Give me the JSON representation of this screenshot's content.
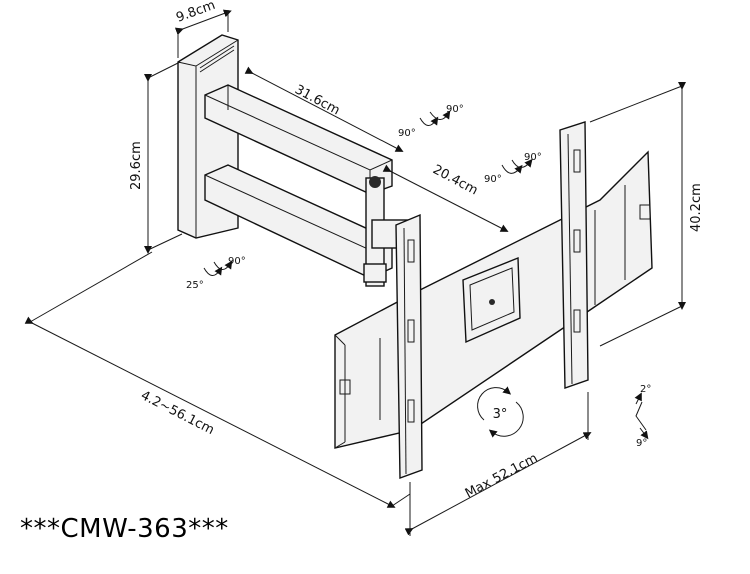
{
  "dimensions": {
    "plate_depth": "9.8cm",
    "arm_length": "31.6cm",
    "arm2_length": "20.4cm",
    "wall_plate_height": "29.6cm",
    "mount_height": "40.2cm",
    "extension": "4.2~56.1cm",
    "max_width": "Max 52.1cm"
  },
  "rotations": {
    "top_left_90": "90°",
    "top_right_90": "90°",
    "mid_left_90": "90°",
    "mid_right_90": "90°",
    "base_90": "90°",
    "base_25": "25°",
    "tilt_up": "2°",
    "tilt_down": "9°",
    "swivel": "3°"
  },
  "model": "***CMW-363***"
}
